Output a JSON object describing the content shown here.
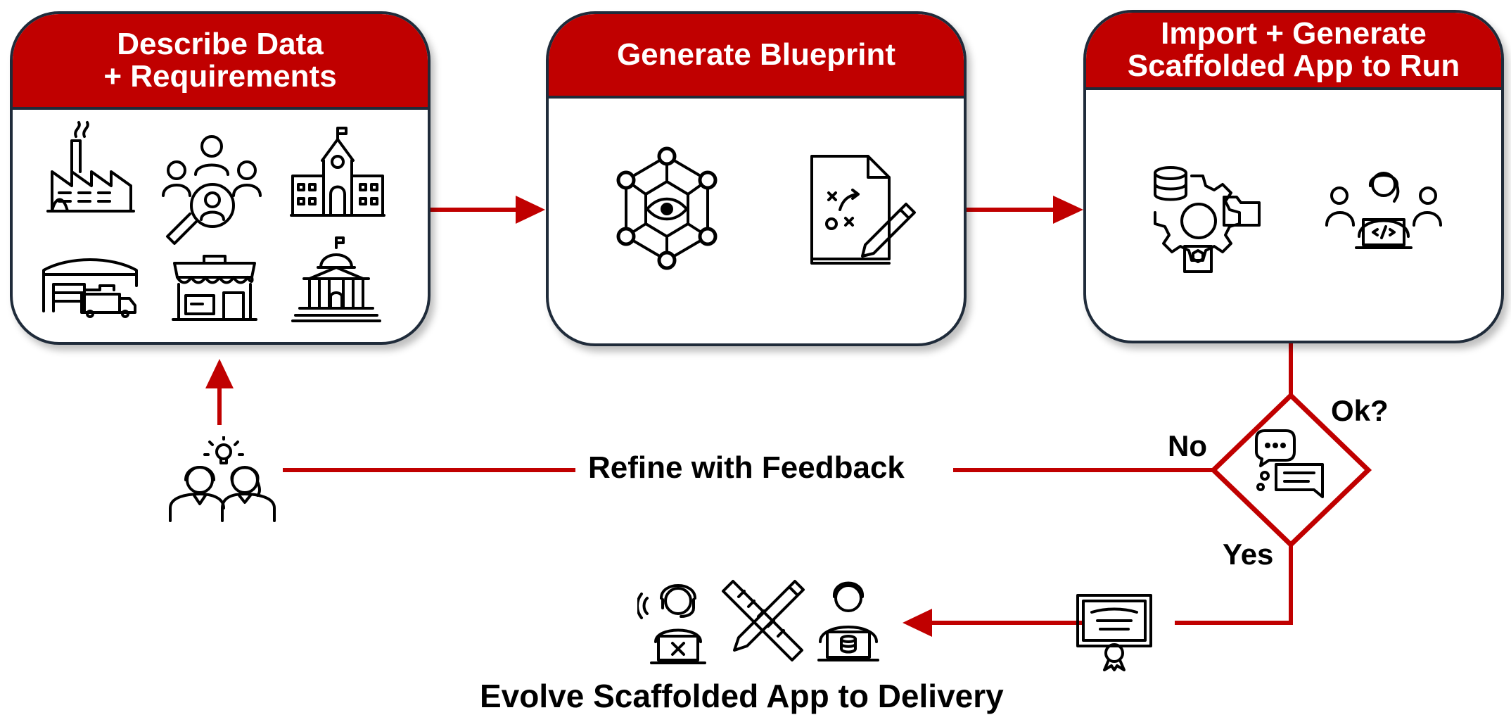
{
  "steps": {
    "describe": {
      "title_line1": "Describe Data",
      "title_line2": "+ Requirements"
    },
    "blueprint": {
      "title": "Generate Blueprint"
    },
    "import": {
      "title_line1": "Import + Generate",
      "title_line2": "Scaffolded App to Run"
    }
  },
  "decision": {
    "question": "Ok?",
    "no_label": "No",
    "yes_label": "Yes"
  },
  "feedback": {
    "label": "Refine with Feedback"
  },
  "delivery": {
    "label": "Evolve Scaffolded App to Delivery"
  },
  "colors": {
    "accent": "#c00000",
    "border": "#1f2b3a",
    "text": "#000000",
    "background": "#ffffff"
  },
  "icons": [
    "factory-icon",
    "team-search-icon",
    "school-building-icon",
    "warehouse-truck-icon",
    "storefront-icon",
    "government-building-icon",
    "network-eye-icon",
    "strategy-plan-icon",
    "database-gear-icon",
    "developer-team-icon",
    "chat-bubbles-icon",
    "stakeholders-idea-icon",
    "certificate-icon",
    "support-agent-icon",
    "design-tools-icon",
    "database-developer-icon"
  ]
}
